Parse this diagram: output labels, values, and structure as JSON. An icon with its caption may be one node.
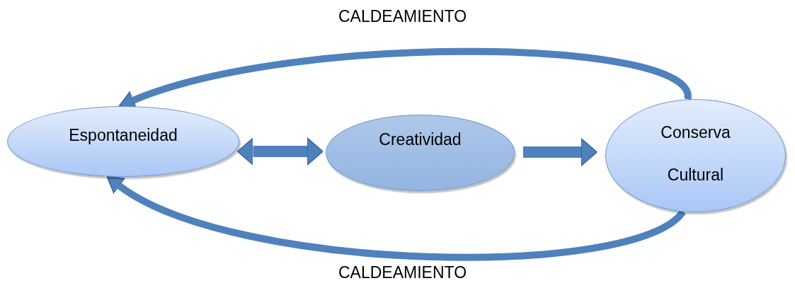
{
  "diagram": {
    "nodes": [
      {
        "text": [
          "Espontaneidad"
        ]
      },
      {
        "text": [
          "Creatividad"
        ]
      },
      {
        "text": [
          "Conserva Cultural"
        ]
      }
    ],
    "edges": [
      {
        "from": 0,
        "to": 1,
        "arrow": "both"
      },
      {
        "from": 1,
        "to": 2,
        "arrow": "to"
      },
      {
        "from": 2,
        "to": 0,
        "arrow": "to",
        "label": "CALDEAMIENTO"
      },
      {
        "from": 2,
        "to": 0,
        "arrow": "to",
        "label": "CALDEAMIENTO"
      }
    ]
  }
}
